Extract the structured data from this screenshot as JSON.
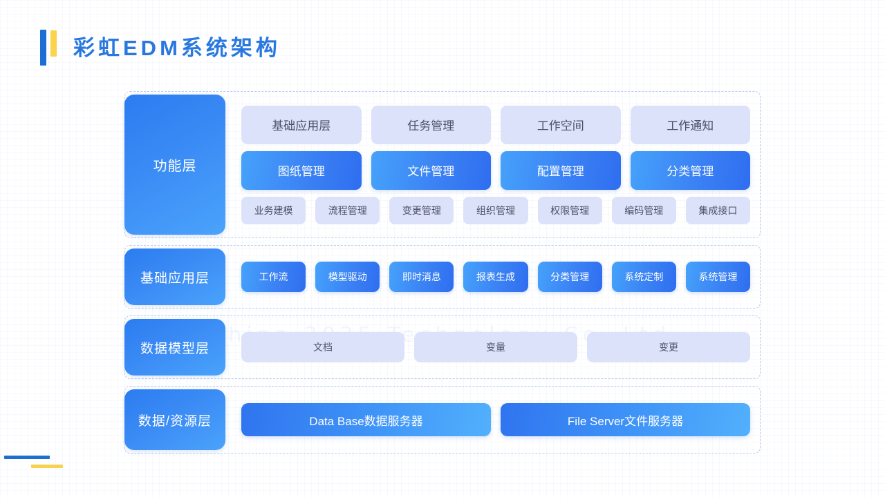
{
  "header": {
    "title": "彩虹EDM系统架构",
    "accent_blue": "#1a6fd4",
    "accent_yellow": "#fbd34d",
    "title_color": "#2878e0"
  },
  "watermark": {
    "text": "hina 2025 Technology Co.,Ltd"
  },
  "colors": {
    "chip_light_bg": "#dde2fb",
    "chip_light_text": "#4a5165",
    "chip_blue_start": "#46a2fb",
    "chip_blue_end": "#2f6ef0",
    "label_start": "#2b7cf0",
    "label_end": "#4aa3fb",
    "dashed_border": "#b9cdf2",
    "background": "#ffffff"
  },
  "layers": [
    {
      "id": "function",
      "label": "功能层",
      "rows": [
        {
          "style": "light",
          "size": "big",
          "items": [
            "基础应用层",
            "任务管理",
            "工作空间",
            "工作通知"
          ]
        },
        {
          "style": "blue",
          "size": "big",
          "items": [
            "图纸管理",
            "文件管理",
            "配置管理",
            "分类管理"
          ]
        },
        {
          "style": "light",
          "size": "small",
          "items": [
            "业务建模",
            "流程管理",
            "变更管理",
            "组织管理",
            "权限管理",
            "编码管理",
            "集成接口"
          ]
        }
      ]
    },
    {
      "id": "base",
      "label": "基础应用层",
      "rows": [
        {
          "style": "blue",
          "size": "l2",
          "items": [
            "工作流",
            "模型驱动",
            "即时消息",
            "报表生成",
            "分类管理",
            "系统定制",
            "系统管理"
          ]
        }
      ]
    },
    {
      "id": "datamodel",
      "label": "数据模型层",
      "rows": [
        {
          "style": "light",
          "size": "l3",
          "items": [
            "文档",
            "变量",
            "变更"
          ]
        }
      ]
    },
    {
      "id": "resource",
      "label": "数据/资源层",
      "rows": [
        {
          "style": "server",
          "size": "l4",
          "items": [
            "Data Base数据服务器",
            "File Server文件服务器"
          ]
        }
      ]
    }
  ]
}
